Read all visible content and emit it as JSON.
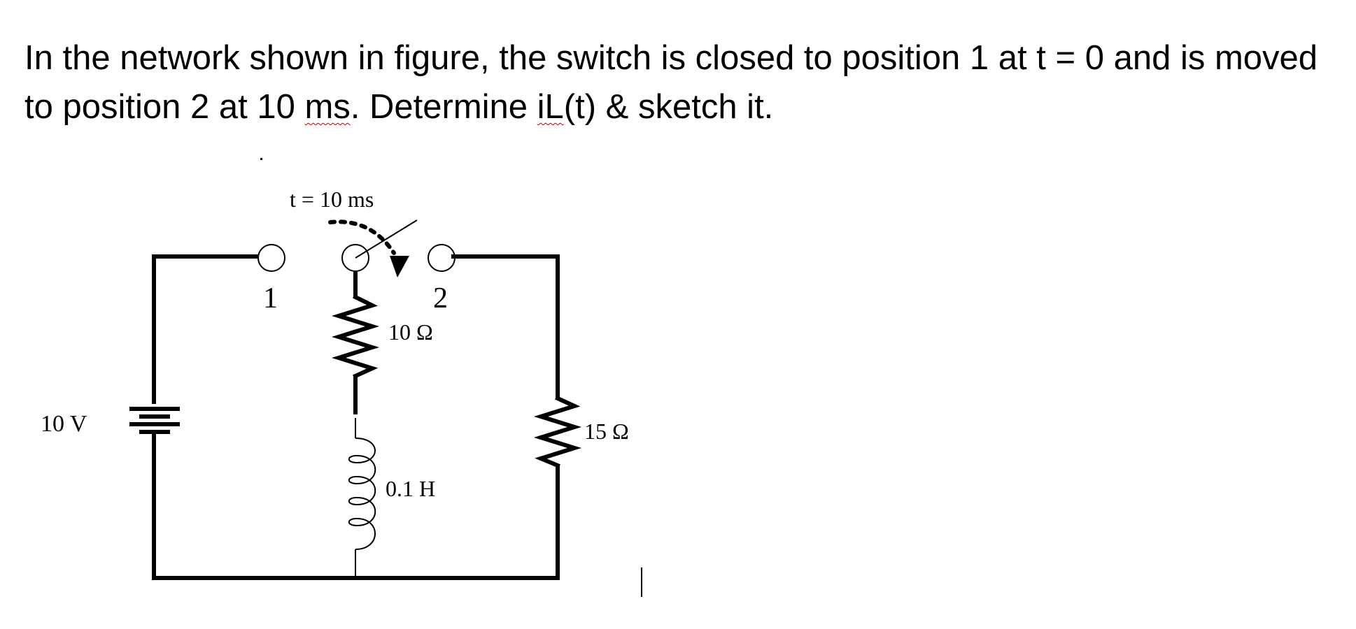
{
  "problem": {
    "part1": "In the network shown in figure, the switch is closed to position 1 at t = 0 and is moved to position 2 at 10 ",
    "part2": "ms",
    "part3": ". Determine ",
    "part4": "iL",
    "part5": "(t) & sketch it."
  },
  "circuit": {
    "switch_time_label": "t = 10 ms",
    "position_1_label": "1",
    "position_2_label": "2",
    "resistor_1_label": "10 Ω",
    "inductor_label": "0.1 H",
    "resistor_2_label": "15 Ω",
    "source_label": "10 V"
  }
}
